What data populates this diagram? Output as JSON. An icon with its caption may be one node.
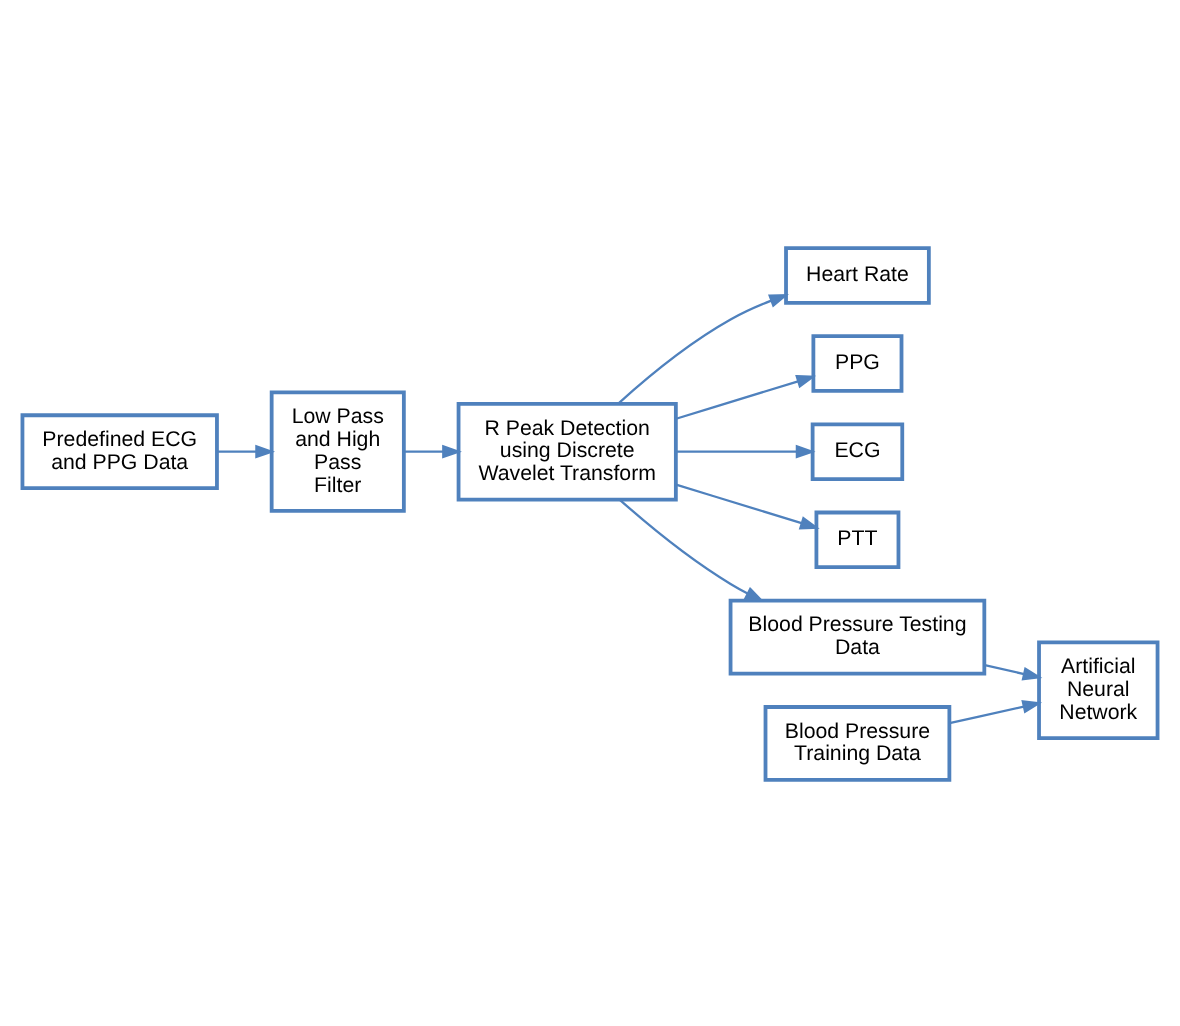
{
  "diagram": {
    "nodes": [
      {
        "text": [
          "Predefined ECG and PPG Data"
        ]
      },
      {
        "text": [
          "Low Pass and High Pass Filter"
        ]
      },
      {
        "text": [
          "R Peak Detection using Discrete Wavelet Transform"
        ]
      },
      {
        "text": [
          "Heart Rate"
        ]
      },
      {
        "text": [
          "PPG"
        ]
      },
      {
        "text": [
          "ECG"
        ]
      },
      {
        "text": [
          "PTT"
        ]
      },
      {
        "text": [
          "Blood Pressure Testing Data"
        ]
      },
      {
        "text": [
          "Artificial Neural Network"
        ]
      },
      {
        "text": [
          "Blood Pressure Training Data"
        ]
      }
    ],
    "edges": [
      {
        "from": 0,
        "to": 1,
        "arrow": "to"
      },
      {
        "from": 1,
        "to": 2,
        "arrow": "to"
      },
      {
        "from": 2,
        "to": 3,
        "arrow": "to"
      },
      {
        "from": 2,
        "to": 4,
        "arrow": "to"
      },
      {
        "from": 2,
        "to": 5,
        "arrow": "to"
      },
      {
        "from": 2,
        "to": 6,
        "arrow": "to"
      },
      {
        "from": 2,
        "to": 7,
        "arrow": "to"
      },
      {
        "from": 7,
        "to": 8,
        "arrow": "to"
      },
      {
        "from": 9,
        "to": 8,
        "arrow": "to"
      }
    ]
  }
}
